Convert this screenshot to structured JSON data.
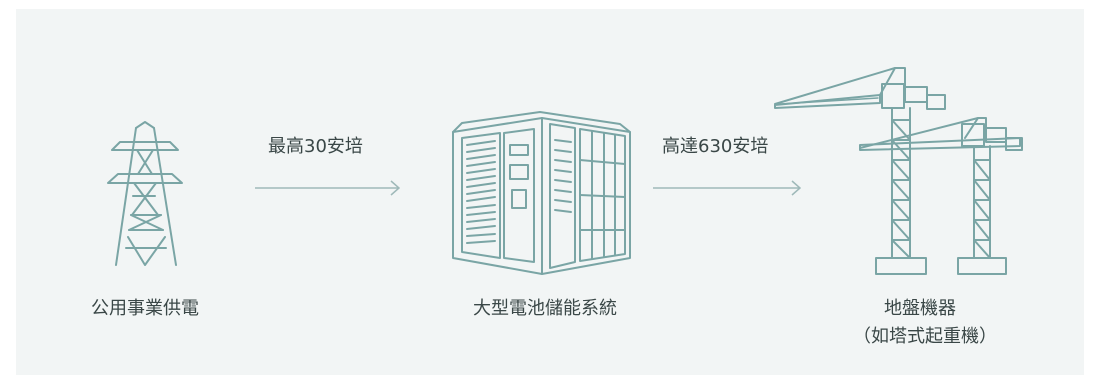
{
  "source": {
    "caption": "公用事業供電",
    "icon": "power-tower-icon"
  },
  "link_1": {
    "label": "最高30安培"
  },
  "storage": {
    "caption": "大型電池儲能系統",
    "icon": "battery-container-icon"
  },
  "link_2": {
    "label": "高達630安培"
  },
  "load": {
    "caption_line1": "地盤機器",
    "caption_line2": "（如塔式起重機）",
    "icon": "tower-crane-icon"
  },
  "colors": {
    "background_panel": "#f2f5f5",
    "icon_stroke": "#7aa5a5",
    "text": "#3a4747",
    "arrow": "#9fb9b9"
  }
}
